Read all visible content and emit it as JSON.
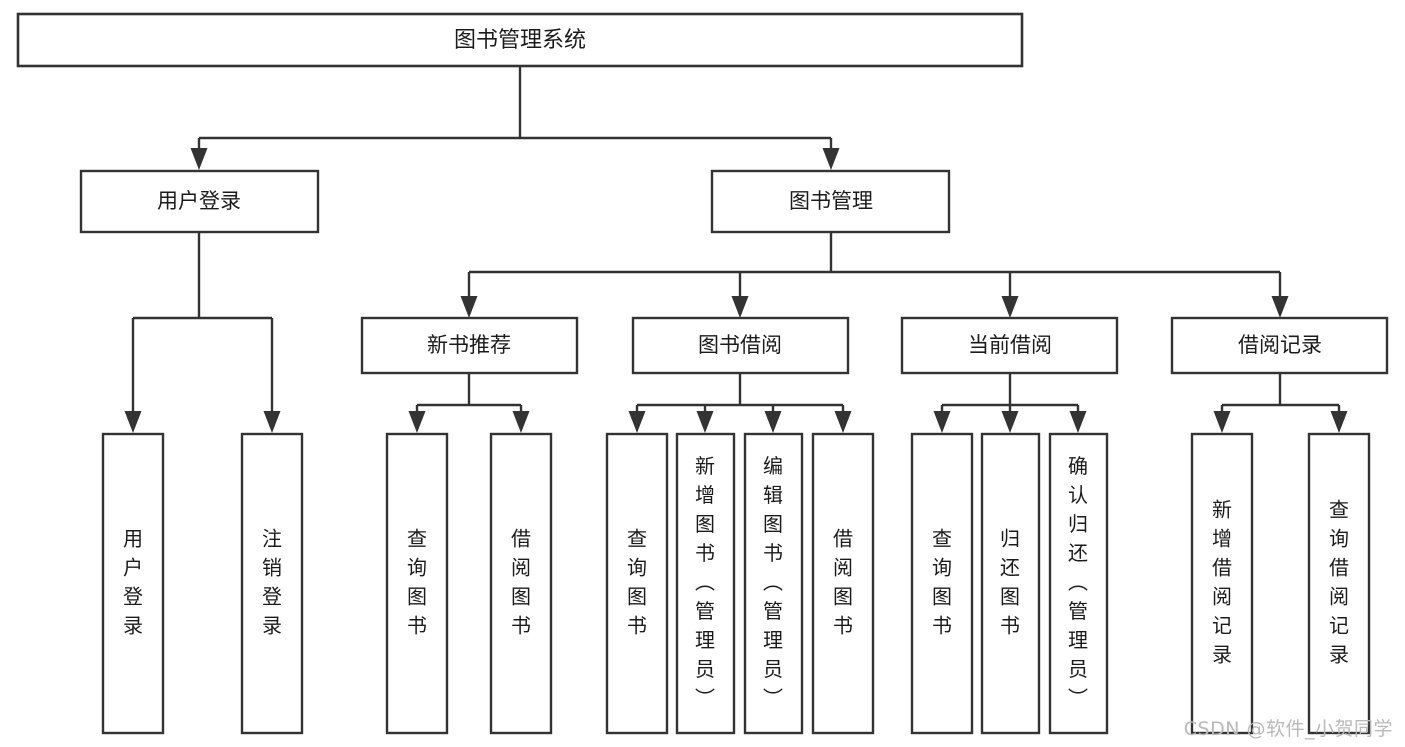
{
  "diagram": {
    "title": "图书管理系统",
    "type": "tree-hierarchy-chart",
    "root": {
      "label": "图书管理系统"
    },
    "level2": [
      {
        "label": "用户登录"
      },
      {
        "label": "图书管理"
      }
    ],
    "level3": [
      {
        "label": "新书推荐"
      },
      {
        "label": "图书借阅"
      },
      {
        "label": "当前借阅"
      },
      {
        "label": "借阅记录"
      }
    ],
    "leaves": {
      "user_login": [
        {
          "label": "用户登录"
        },
        {
          "label": "注销登录"
        }
      ],
      "new_book_recommend": [
        {
          "label": "查询图书"
        },
        {
          "label": "借阅图书"
        }
      ],
      "book_borrow": [
        {
          "label": "查询图书"
        },
        {
          "label": "新增图书（管理员）"
        },
        {
          "label": "编辑图书（管理员）"
        },
        {
          "label": "借阅图书"
        }
      ],
      "current_borrow": [
        {
          "label": "查询图书"
        },
        {
          "label": "归还图书"
        },
        {
          "label": "确认归还（管理员）"
        }
      ],
      "borrow_record": [
        {
          "label": "新增借阅记录"
        },
        {
          "label": "查询借阅记录"
        }
      ]
    }
  },
  "watermark": {
    "text": "CSDN @软件_小贺同学"
  },
  "colors": {
    "stroke": "#333333",
    "fill": "#ffffff",
    "text": "#1b1b1b",
    "watermark": "#b9b9b9"
  }
}
